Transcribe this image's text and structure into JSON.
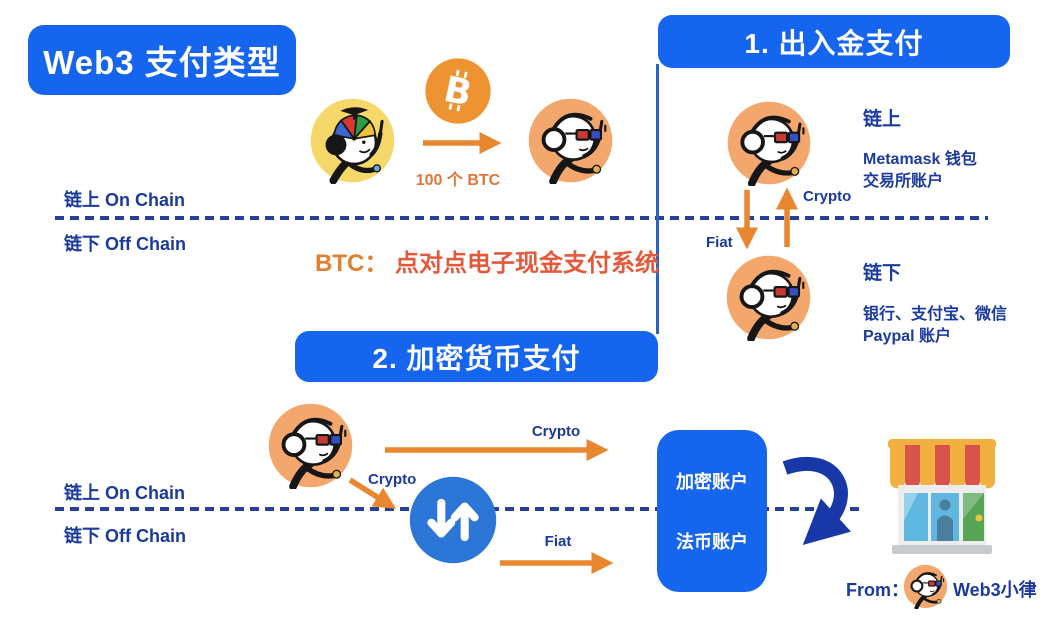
{
  "page": {
    "title": "Web3 支付类型"
  },
  "chain_labels": {
    "on": "链上 On Chain",
    "off": "链下 Off Chain"
  },
  "btc_note": {
    "prefix": "BTC：",
    "text": "点对点电子现金支付系统"
  },
  "p2p_transfer": {
    "amount": "100 个 BTC"
  },
  "section1": {
    "title": "1. 出入金支付",
    "on_chain_heading": "链上",
    "on_chain_line1": "Metamask 钱包",
    "on_chain_line2": "交易所账户",
    "off_chain_heading": "链下",
    "off_chain_line1": "银行、支付宝、微信",
    "off_chain_line2": "Paypal 账户",
    "crypto_label": "Crypto",
    "fiat_label": "Fiat"
  },
  "section2": {
    "title": "2. 加密货币支付",
    "crypto_label_top": "Crypto",
    "crypto_label_diag": "Crypto",
    "fiat_label": "Fiat",
    "accounts": {
      "crypto": "加密账户",
      "fiat": "法币账户"
    }
  },
  "footer": {
    "from_label": "From：",
    "author": "Web3小律"
  },
  "colors": {
    "primary_blue": "#1565EF",
    "navy_text": "#1B3A9E",
    "dash_navy": "#26409A",
    "orange_arrow": "#E8872F",
    "btc_orange": "#EE9331",
    "note_orange": "#E0812F",
    "note_red": "#E4593B",
    "swap_blue": "#2C76D8",
    "curve_navy": "#1838A8",
    "avatar_yellow": "#F6D76A",
    "avatar_orange": "#F3A76D"
  }
}
